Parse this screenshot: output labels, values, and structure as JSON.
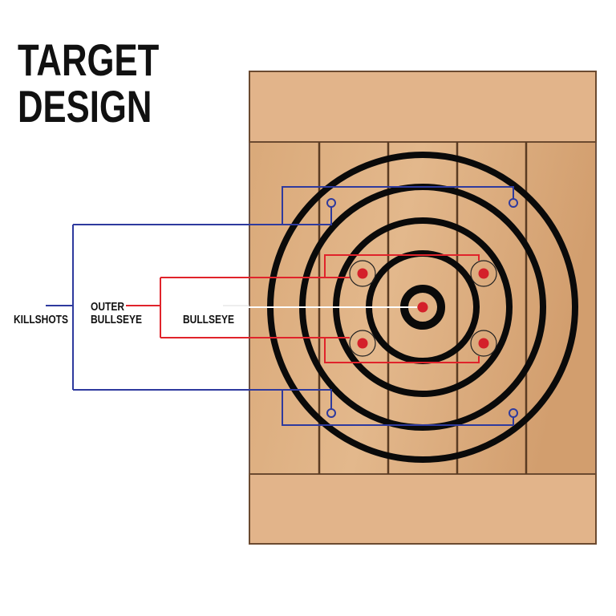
{
  "title": {
    "line1": "TARGET",
    "line2": "DESIGN"
  },
  "labels": {
    "killshots": "KILLSHOTS",
    "outer_bullseye_line1": "OUTER",
    "outer_bullseye_line2": "BULLSEYE",
    "bullseye": "BULLSEYE"
  },
  "colors": {
    "killshots": "#2e3a9e",
    "outer_bullseye": "#e0232b",
    "bullseye_leader": "#ffffff",
    "rings": "#0a0a0a",
    "red_dot": "#d4202a",
    "wood": "#d9a878",
    "wood_seam": "#5a3b22"
  }
}
